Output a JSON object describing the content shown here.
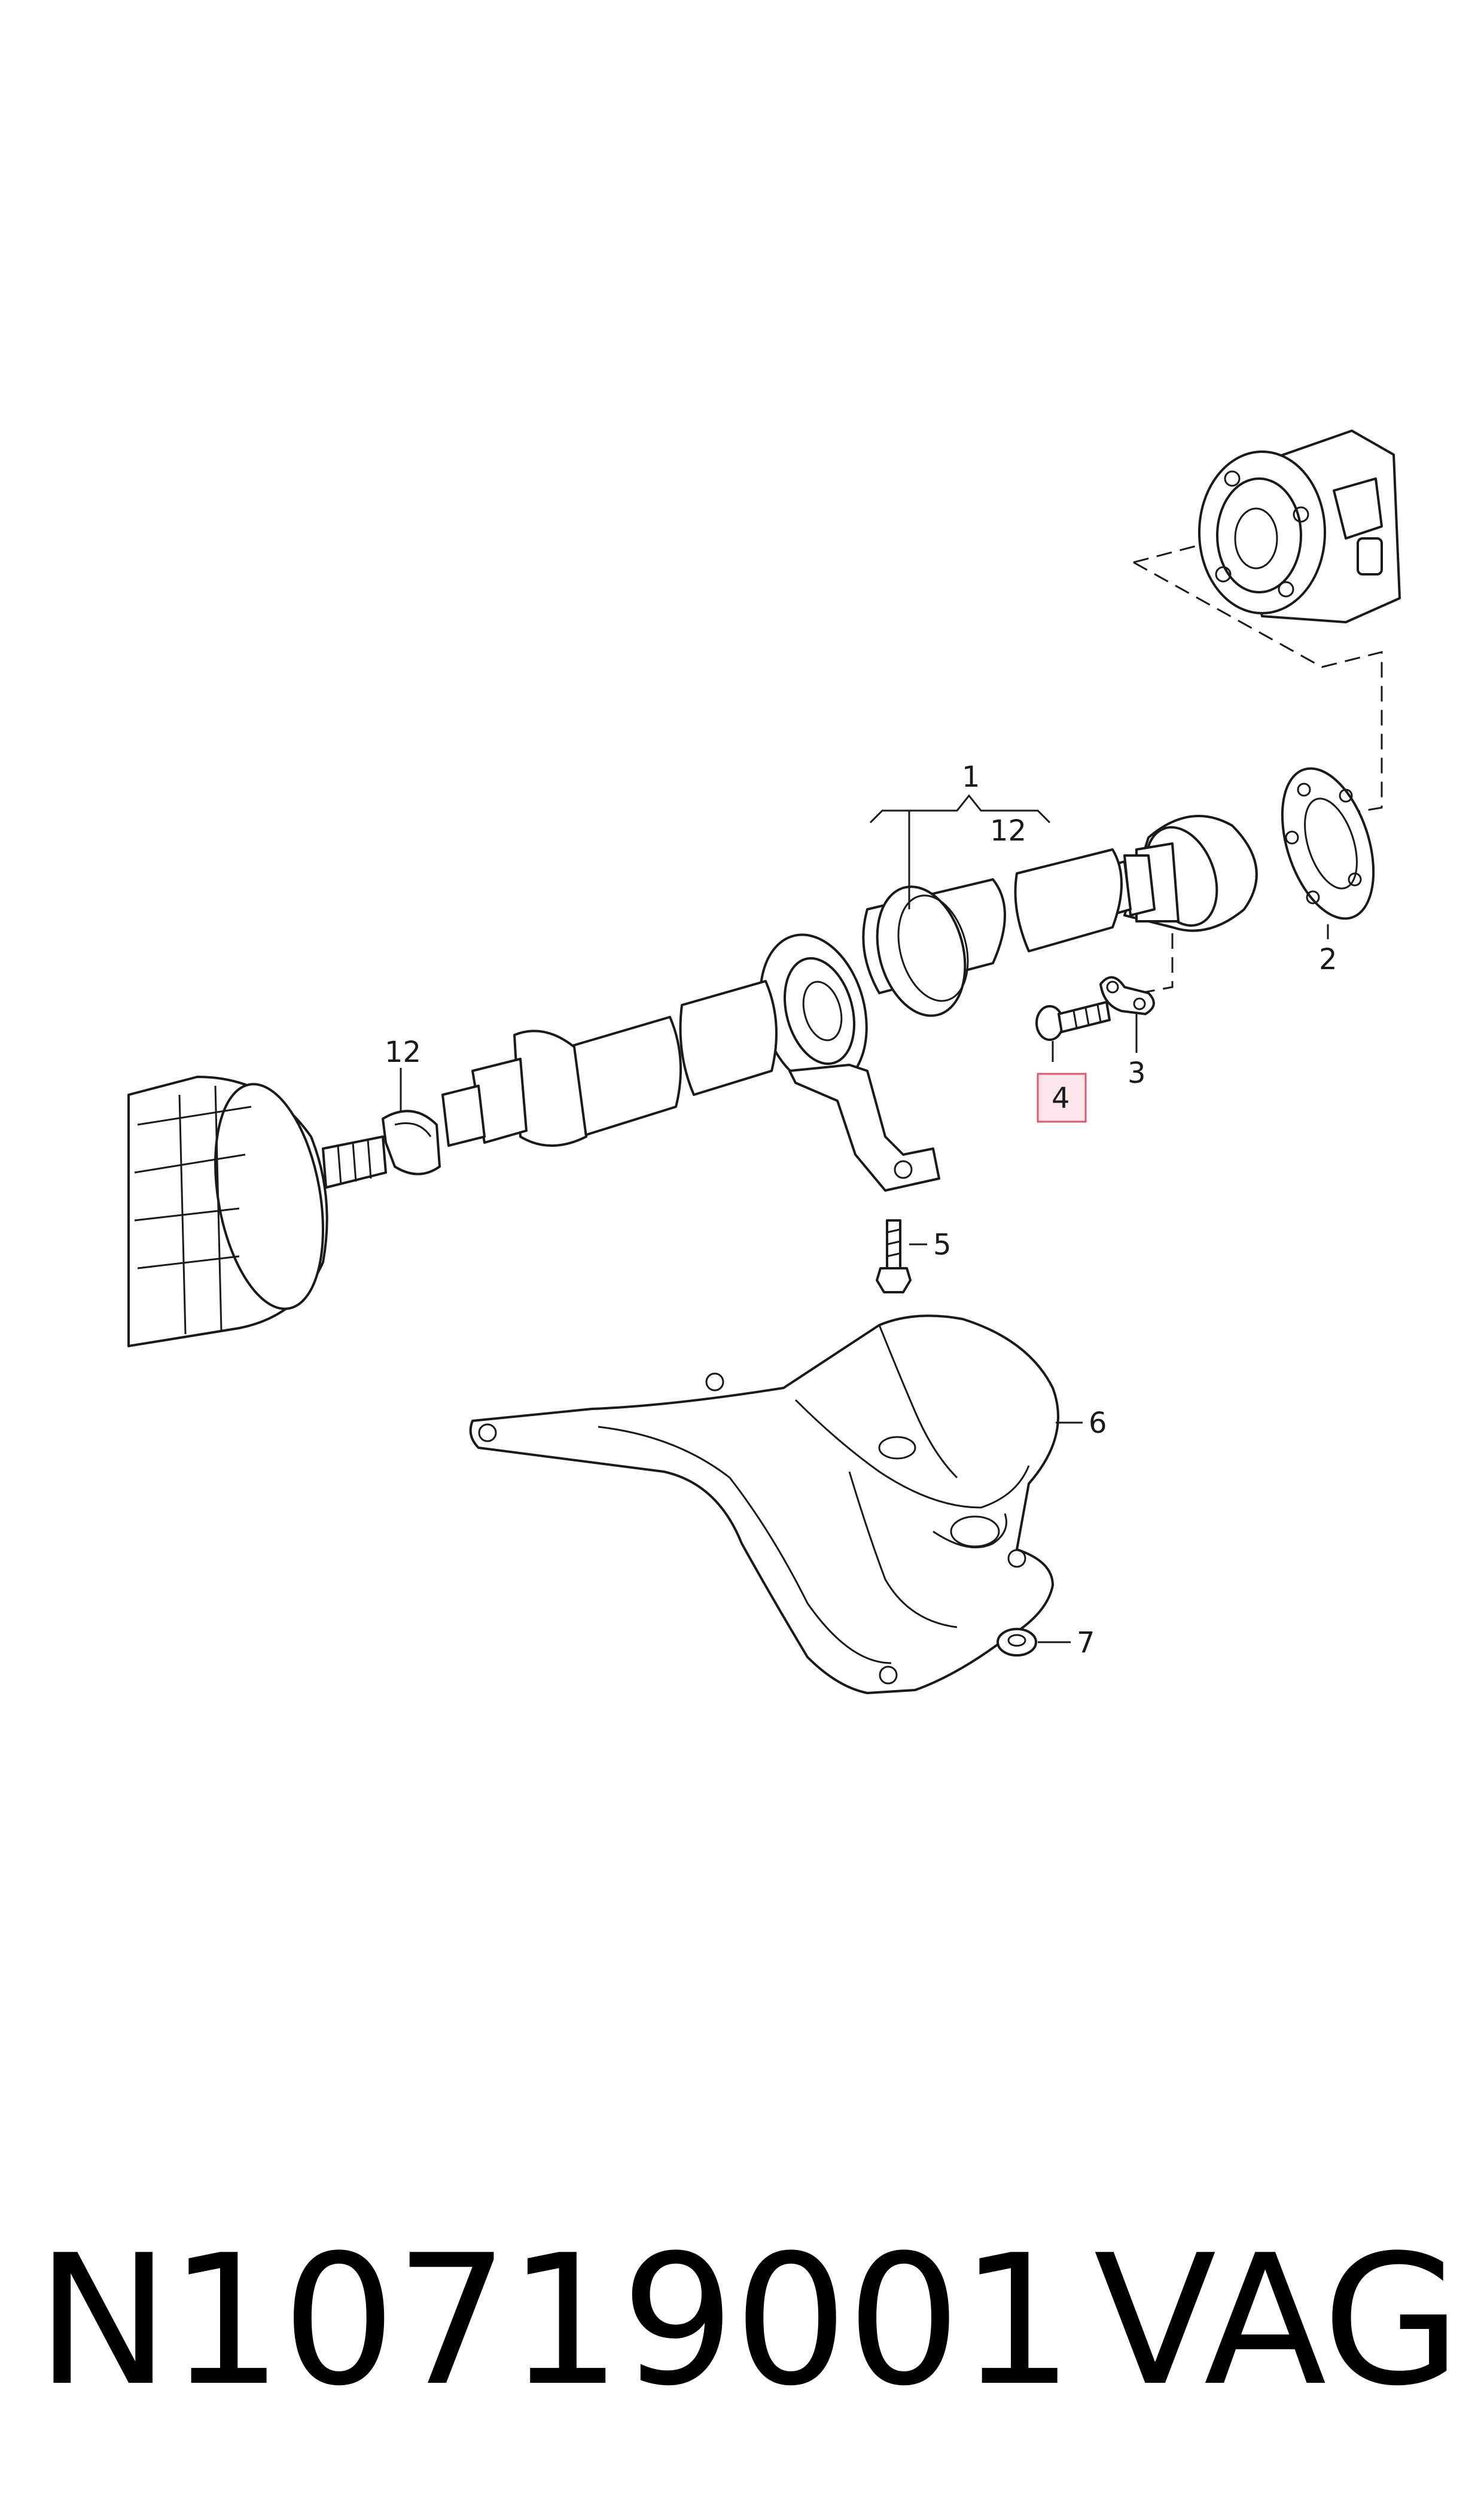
{
  "diagram": {
    "callouts": [
      {
        "id": "1",
        "label": "1"
      },
      {
        "id": "12a",
        "label": "12"
      },
      {
        "id": "12b",
        "label": "12"
      },
      {
        "id": "2",
        "label": "2"
      },
      {
        "id": "3",
        "label": "3"
      },
      {
        "id": "4",
        "label": "4",
        "highlighted": true
      },
      {
        "id": "5",
        "label": "5"
      },
      {
        "id": "6",
        "label": "6"
      },
      {
        "id": "7",
        "label": "7"
      }
    ],
    "highlight_color": "#fde6ea",
    "highlight_border": "#e0566d"
  },
  "footer": {
    "part_number": "N10719001",
    "brand": "VAG"
  }
}
